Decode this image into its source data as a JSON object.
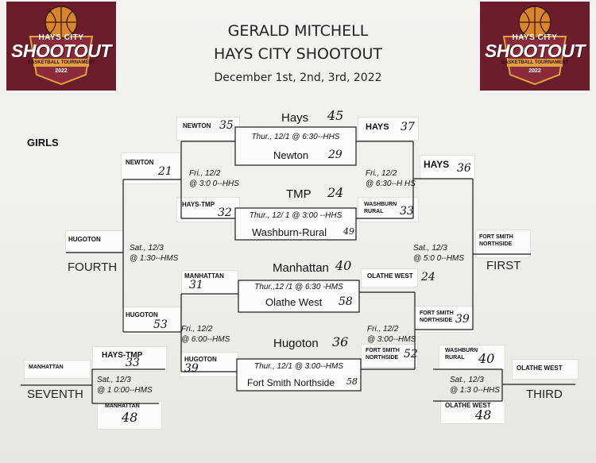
{
  "logo": {
    "line1": "HAYS CITY",
    "line2": "SHOOTOUT",
    "line3": "BASKETBALL TOURNAMENT",
    "year": "2022",
    "colors": {
      "maroon": "#6b1d2c",
      "gold": "#e0a23a",
      "ball": "#d9852c"
    }
  },
  "header": {
    "line1": "GERALD MITCHELL",
    "line2": "HAYS CITY SHOOTOUT",
    "dates": "December 1st, 2nd, 3rd, 2022"
  },
  "section": "GIRLS",
  "first_round": [
    {
      "top": "Hays",
      "top_score": "45",
      "sched": "Thur., 12/1 @ 6:30--HHS",
      "bottom": "Newton",
      "bottom_score": "29"
    },
    {
      "top": "TMP",
      "top_score": "24",
      "sched": "Thur., 12/ 1 @ 3:00 --HHS",
      "bottom": "Washburn-Rural",
      "bottom_score": "49"
    },
    {
      "top": "Manhattan",
      "top_score": "40",
      "sched": "Thur.,12 /1 @ 6:30 -HMS",
      "bottom": "Olathe West",
      "bottom_score": "58"
    },
    {
      "top": "Hugoton",
      "top_score": "36",
      "sched": "Thur., 12/1 @ 3:00--HMS",
      "bottom": "Fort Smith Northside",
      "bottom_score": "58"
    }
  ],
  "consolation": {
    "newton": {
      "team": "NEWTON",
      "score": "35"
    },
    "hays_tmp": {
      "team": "HAYS-TMP",
      "score": "32"
    },
    "manhattan": {
      "team": "MANHATTAN",
      "score": "31"
    },
    "hugoton": {
      "team": "HUGOTON",
      "score": "39"
    },
    "sched_top": "Fri., 12/2\n@ 3:0 0--HHS",
    "sched_bottom": "Fri., 12/2\n@ 6:00--HMS",
    "winner_top": {
      "team": "NEWTON",
      "score": "21"
    },
    "winner_bottom": {
      "team": "HUGOTON",
      "score": "53"
    },
    "final_sched": "Sat., 12/3\n@ 1:30--HMS",
    "champion": {
      "team": "HUGOTON"
    },
    "place": "FOURTH"
  },
  "championship": {
    "hays": {
      "team": "HAYS",
      "score": "37"
    },
    "washburn": {
      "team": "WASHBURN\nRURAL",
      "score": "33"
    },
    "olathe": {
      "team": "OLATHE WEST",
      "score": "24"
    },
    "fsn": {
      "team": "FORT SMITH\nNORTHSIDE",
      "score": "52"
    },
    "sched_top": "Fri., 12/2\n@ 6:30--H HS",
    "sched_bottom": "Fri., 12/2\n@ 3:00--HMS",
    "winner_top": {
      "team": "HAYS",
      "score": "36"
    },
    "winner_bottom": {
      "team": "FORT SMITH\nNORTHSIDE",
      "score": "39"
    },
    "final_sched": "Sat., 12/3\n@ 5:0 0--HMS",
    "champion": {
      "team": "FORT SMITH\nNORTHSIDE"
    },
    "place": "FIRST"
  },
  "seventh": {
    "top": {
      "team": "HAYS-TMP",
      "score": "33"
    },
    "bottom": {
      "team": "MANHATTAN",
      "score": "48"
    },
    "sched": "Sat., 12/3\n@ 1 0:00--HMS",
    "winner": {
      "team": "MANHATTAN"
    },
    "place": "SEVENTH"
  },
  "third": {
    "top": {
      "team": "WASHBURN\nRURAL",
      "score": "40"
    },
    "bottom": {
      "team": "OLATHE WEST",
      "score": "48"
    },
    "sched": "Sat., 12/3\n@ 1:3 0--HHS",
    "winner": {
      "team": "OLATHE WEST"
    },
    "place": "THIRD"
  }
}
